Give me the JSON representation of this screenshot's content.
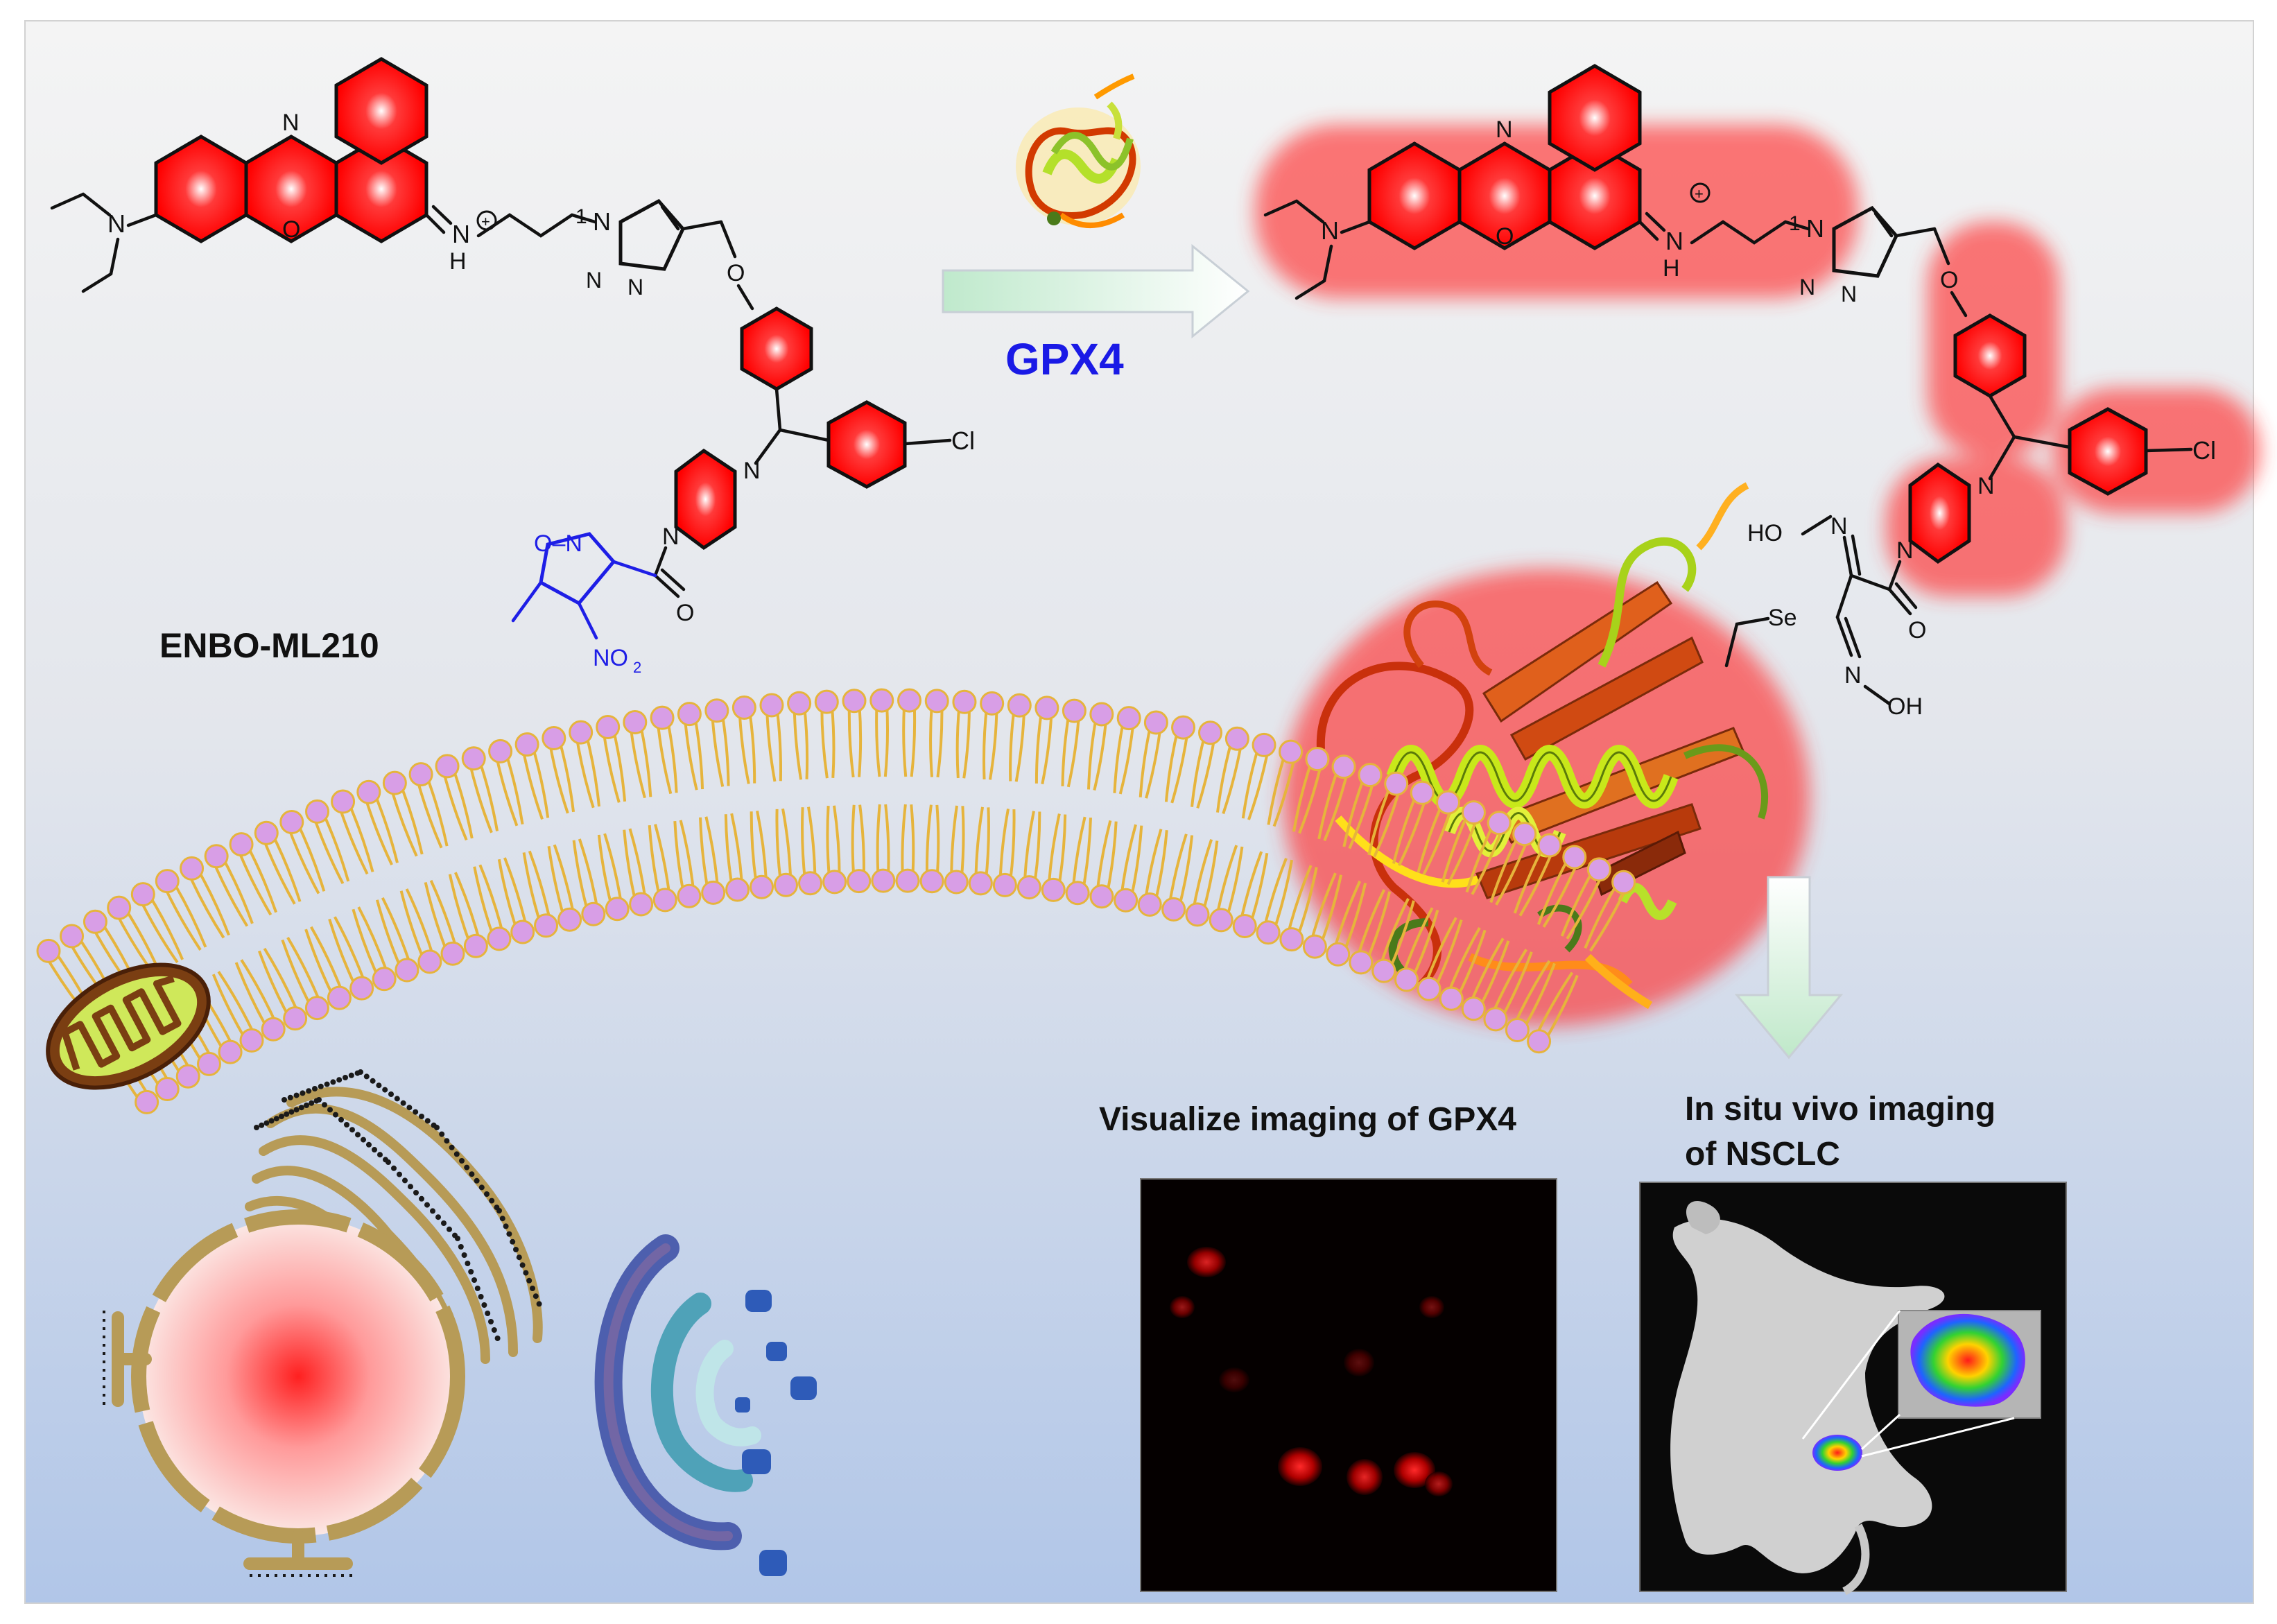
{
  "probe_name": "ENBO-ML210",
  "enzyme_label": "GPX4",
  "caption_imaging": "Visualize imaging of GPX4",
  "caption_vivo_line1": "In situ vivo imaging",
  "caption_vivo_line2": "of NSCLC",
  "atoms": {
    "n": "N",
    "o": "O",
    "h": "H",
    "cl": "Cl",
    "se": "Se",
    "ho": "HO",
    "oh": "OH",
    "no2": "NO",
    "no2_sub": "2",
    "charge": "+",
    "n1": "1",
    "n_eq_n": "N=N",
    "o_n": "O–N"
  },
  "colors": {
    "ring_fill": "#ff0000",
    "arrow_gradient_start": "#bdeccd",
    "arrow_gradient_end": "#ffffff",
    "enzyme_label_color": "#1a1ae6",
    "nitro_group_color": "#1e1ee6",
    "membrane_head": "#d89ee6",
    "membrane_tail": "#e6b43c",
    "background_top": "#f2f2f2",
    "background_bottom": "#b3c8e8"
  },
  "icons": [
    "gpx4-protein-icon",
    "mitochondrion-icon",
    "nucleus-icon",
    "endoplasmic-reticulum-icon",
    "golgi-icon",
    "cell-membrane-icon",
    "mouse-icon"
  ]
}
